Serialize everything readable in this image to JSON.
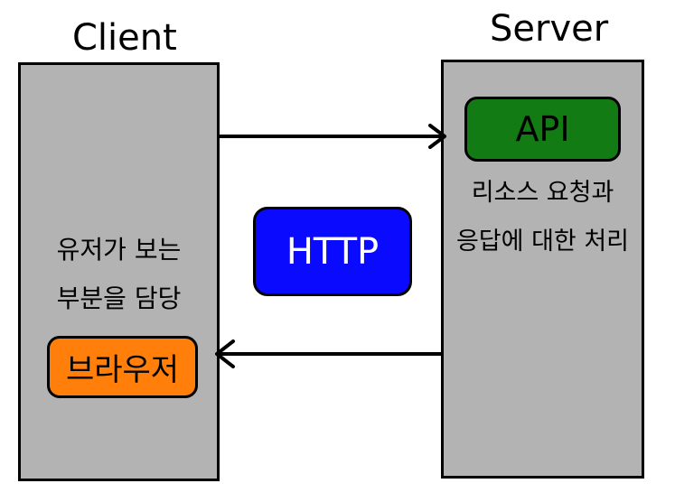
{
  "client": {
    "title": "Client",
    "description_line1": "유저가 보는",
    "description_line2": "부분을 담당",
    "component": "브라우저",
    "component_color": "#ff7f0a"
  },
  "server": {
    "title": "Server",
    "component": "API",
    "component_color": "#137b13",
    "description_line1": "리소스 요청과",
    "description_line2": "응답에 대한 처리"
  },
  "protocol": {
    "label": "HTTP",
    "color": "#0a0aff"
  },
  "panel_color": "#b3b3b3",
  "connections": [
    {
      "from": "client",
      "to": "server",
      "direction": "request"
    },
    {
      "from": "server",
      "to": "client",
      "direction": "response"
    }
  ]
}
